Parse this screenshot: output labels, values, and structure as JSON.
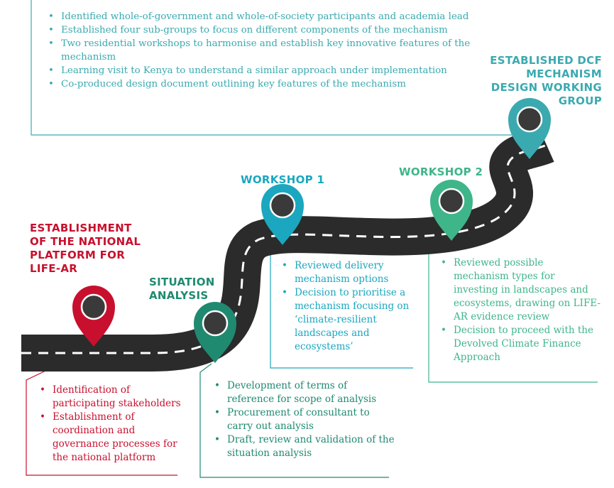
{
  "colors": {
    "red": "#c8102e",
    "green": "#1f8a70",
    "cyan": "#1ba7bf",
    "mint": "#3fb58a",
    "teal": "#3aaab0",
    "road": "#2b2b2b"
  },
  "milestones": {
    "establishment": {
      "title_lines": [
        "ESTABLISHMENT",
        "OF THE NATIONAL",
        "PLATFORM FOR",
        "LIFE-AR"
      ],
      "bullets": [
        "Identification of participating stakeholders",
        "Establishment of coordination and governance processes for the national platform"
      ],
      "icon": "map-pin-icon"
    },
    "situation": {
      "title_lines": [
        "SITUATION",
        "ANALYSIS"
      ],
      "bullets": [
        "Development of terms of reference for scope of analysis",
        "Procurement of consultant to carry out analysis",
        "Draft, review and validation of the situation analysis"
      ],
      "icon": "map-pin-icon"
    },
    "workshop1": {
      "title_lines": [
        "WORKSHOP 1"
      ],
      "bullets": [
        "Reviewed delivery mechanism options",
        "Decision to prioritise a mechanism focusing on ‘climate-resilient landscapes and ecosystems’"
      ],
      "icon": "map-pin-icon"
    },
    "workshop2": {
      "title_lines": [
        "WORKSHOP 2"
      ],
      "bullets": [
        "Reviewed possible mechanism types for investing in landscapes and ecosystems, drawing on LIFE-AR evidence review",
        "Decision to proceed with the Devolved Climate Finance Approach"
      ],
      "icon": "map-pin-icon"
    },
    "working_group": {
      "title_lines": [
        "ESTABLISHED DCF",
        "MECHANISM",
        "DESIGN WORKING",
        "GROUP"
      ],
      "bullets": [
        "Identified whole-of-government and whole-of-society participants and academia lead",
        "Established four sub-groups to focus on different components of the mechanism",
        "Two residential workshops to harmonise and establish key innovative features of the mechanism",
        "Learning visit to Kenya to understand a similar approach under implementation",
        "Co-produced design document outlining key features of the mechanism"
      ],
      "icon": "map-pin-icon"
    }
  }
}
